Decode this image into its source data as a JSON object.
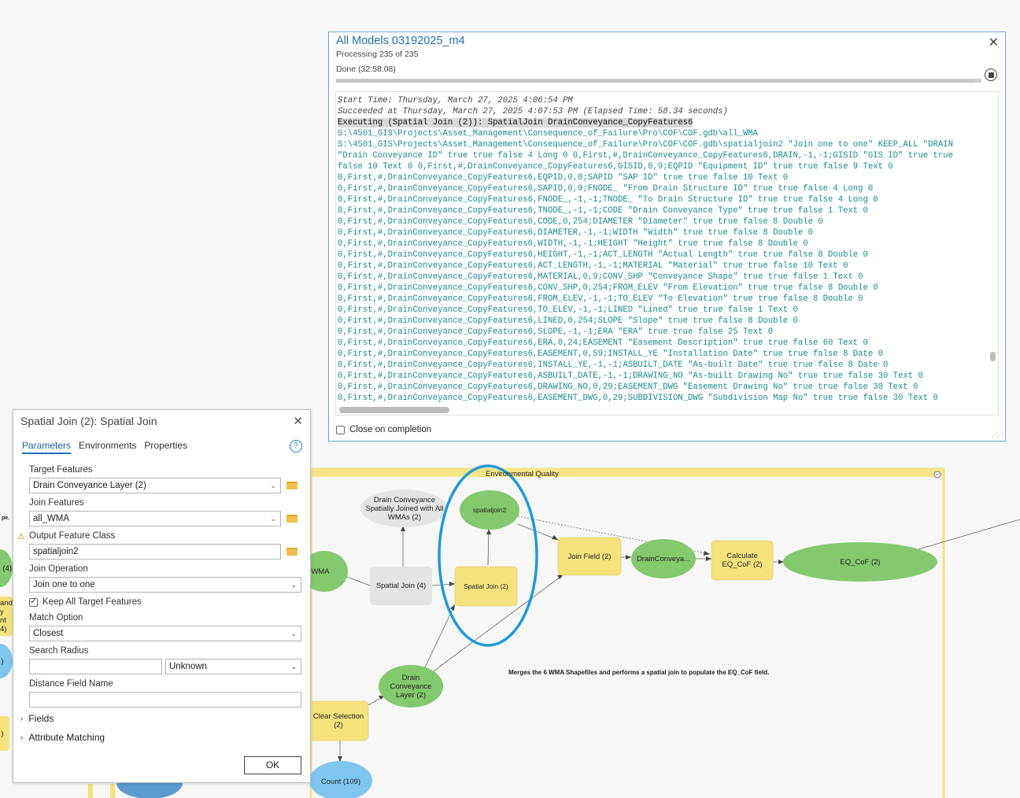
{
  "model": {
    "group_title": "Environmental Quality",
    "note": "Merges the 6 WMA Shapefiles and performs a spatial join to populate the EQ_CoF field.",
    "nodes": {
      "drain_spatially_joined": "Drain Conveyance Spatially Joined with All WMAs (2)",
      "spatialjoin2": "spatialjoin2",
      "join_field": "Join Field (2)",
      "drain_conveya": "DrainConveya...",
      "calculate_eq_cof": "Calculate EQ_CoF (2)",
      "eq_cof": "EQ_CoF (2)",
      "wma": "WMA",
      "spatial_join_4": "Spatial Join (4)",
      "spatial_join_2": "Spatial Join (2)",
      "drain_conveyance_layer": "Drain Conveyance Layer (2)",
      "clear_selection": "Clear Selection (2)",
      "count": "Count (109)",
      "partial_left_1": "(4)",
      "partial_left_2": "and\ny\nnt\n4)",
      "partial_left_3": ")",
      "partial_left_4": ")",
      "partial_left_5": "pe."
    }
  },
  "progress": {
    "title": "All Models 03192025_m4",
    "processing": "Processing 235 of 235",
    "done": "Done (32:58.08)",
    "progress_fraction": 0.99,
    "close_on_completion": "Close on completion",
    "close_on_completion_checked": false,
    "log": [
      {
        "type": "meta",
        "text": "Start Time: Thursday, March 27, 2025 4:06:54 PM"
      },
      {
        "type": "meta",
        "text": "Succeeded at Thursday, March 27, 2025 4:07:53 PM (Elapsed Time: 58.34 seconds)"
      },
      {
        "type": "exec",
        "text": "Executing (Spatial Join (2)): SpatialJoin DrainConveyance_CopyFeatures6"
      },
      {
        "type": "msg",
        "text": "S:\\4501_GIS\\Projects\\Asset_Management\\Consequence_of_Failure\\Pro\\COF\\COF.gdb\\all_WMA"
      },
      {
        "type": "msg",
        "text": "S:\\4501_GIS\\Projects\\Asset_Management\\Consequence_of_Failure\\Pro\\COF\\COF.gdb\\spatialjoin2 \"Join one to one\" KEEP_ALL \"DRAIN"
      },
      {
        "type": "msg",
        "text": "\"Drain Conveyance ID\" true true false 4 Long 0 0,First,#,DrainConveyance_CopyFeatures6,DRAIN,-1,-1;GISID \"GIS ID\" true true"
      },
      {
        "type": "msg",
        "text": "false 10 Text 0 0,First,#,DrainConveyance_CopyFeatures6,GISID,0,9;EQPID \"Equipment ID\" true true false 9 Text 0"
      },
      {
        "type": "msg",
        "text": "0,First,#,DrainConveyance_CopyFeatures6,EQPID,0,8;SAPID \"SAP ID\" true true false 10 Text 0"
      },
      {
        "type": "msg",
        "text": "0,First,#,DrainConveyance_CopyFeatures6,SAPID,0,9;FNODE_ \"From Drain Structure ID\" true true false 4 Long 0"
      },
      {
        "type": "msg",
        "text": "0,First,#,DrainConveyance_CopyFeatures6,FNODE_,-1,-1;TNODE_ \"To Drain Structure ID\" true true false 4 Long 0"
      },
      {
        "type": "msg",
        "text": "0,First,#,DrainConveyance_CopyFeatures6,TNODE_,-1,-1;CODE \"Drain Conveyance Type\" true true false 1 Text 0"
      },
      {
        "type": "msg",
        "text": "0,First,#,DrainConveyance_CopyFeatures6,CODE,0,254;DIAMETER \"Diameter\" true true false 8 Double 0"
      },
      {
        "type": "msg",
        "text": "0,First,#,DrainConveyance_CopyFeatures6,DIAMETER,-1,-1;WIDTH \"Width\" true true false 8 Double 0"
      },
      {
        "type": "msg",
        "text": "0,First,#,DrainConveyance_CopyFeatures6,WIDTH,-1,-1;HEIGHT \"Height\" true true false 8 Double 0"
      },
      {
        "type": "msg",
        "text": "0,First,#,DrainConveyance_CopyFeatures6,HEIGHT,-1,-1;ACT_LENGTH \"Actual Length\" true true false 8 Double 0"
      },
      {
        "type": "msg",
        "text": "0,First,#,DrainConveyance_CopyFeatures6,ACT_LENGTH,-1,-1;MATERIAL \"Material\" true true false 10 Text 0"
      },
      {
        "type": "msg",
        "text": "0,First,#,DrainConveyance_CopyFeatures6,MATERIAL,0,9;CONV_SHP \"Conveyance Shape\" true true false 1 Text 0"
      },
      {
        "type": "msg",
        "text": "0,First,#,DrainConveyance_CopyFeatures6,CONV_SHP,0,254;FROM_ELEV \"From Elevation\" true true false 8 Double 0"
      },
      {
        "type": "msg",
        "text": "0,First,#,DrainConveyance_CopyFeatures6,FROM_ELEV,-1,-1;TO_ELEV \"To Elevation\" true true false 8 Double 0"
      },
      {
        "type": "msg",
        "text": "0,First,#,DrainConveyance_CopyFeatures6,TO_ELEV,-1,-1;LINED \"Lined\" true true false 1 Text 0"
      },
      {
        "type": "msg",
        "text": "0,First,#,DrainConveyance_CopyFeatures6,LINED,0,254;SLOPE \"Slope\" true true false 8 Double 0"
      },
      {
        "type": "msg",
        "text": "0,First,#,DrainConveyance_CopyFeatures6,SLOPE,-1,-1;ERA \"ERA\" true true false 25 Text 0"
      },
      {
        "type": "msg",
        "text": "0,First,#,DrainConveyance_CopyFeatures6,ERA,0,24;EASEMENT \"Easement Description\" true true false 60 Text 0"
      },
      {
        "type": "msg",
        "text": "0,First,#,DrainConveyance_CopyFeatures6,EASEMENT,0,59;INSTALL_YE \"Installation Date\" true true false 8 Date 0"
      },
      {
        "type": "msg",
        "text": "0,First,#,DrainConveyance_CopyFeatures6,INSTALL_YE,-1,-1;ASBUILT_DATE \"As-built Date\" true true false 8 Date 0"
      },
      {
        "type": "msg",
        "text": "0,First,#,DrainConveyance_CopyFeatures6,ASBUILT_DATE,-1,-1;DRAWING_NO \"As-built Drawing No\" true true false 30 Text 0"
      },
      {
        "type": "msg",
        "text": "0,First,#,DrainConveyance_CopyFeatures6,DRAWING_NO,0,29;EASEMENT_DWG \"Easement Drawing No\" true true false 30 Text 0"
      },
      {
        "type": "msg",
        "text": "0,First,#,DrainConveyance_CopyFeatures6,EASEMENT_DWG,0,29;SUBDIVISION_DWG \"Subdivision Map No\" true true false 30 Text 0"
      }
    ]
  },
  "dialog": {
    "title": "Spatial Join (2): Spatial Join",
    "tabs": [
      "Parameters",
      "Environments",
      "Properties"
    ],
    "active_tab": "Parameters",
    "help": "?",
    "target_features_label": "Target Features",
    "target_features_value": "Drain Conveyance Layer (2)",
    "join_features_label": "Join Features",
    "join_features_value": "all_WMA",
    "output_label": "Output Feature Class",
    "output_value": "spatialjoin2",
    "join_operation_label": "Join Operation",
    "join_operation_value": "Join one to one",
    "keep_all_label": "Keep All Target Features",
    "keep_all_checked": true,
    "match_option_label": "Match Option",
    "match_option_value": "Closest",
    "search_radius_label": "Search Radius",
    "search_radius_value": "",
    "search_radius_unit": "Unknown",
    "distance_field_label": "Distance Field Name",
    "distance_field_value": "",
    "fields_label": "Fields",
    "attribute_matching_label": "Attribute Matching",
    "ok_label": "OK"
  },
  "colors": {
    "green_node": "#84c96e",
    "yellow_tool": "#f5e27c",
    "blue_node": "#7fc6ee",
    "gray_node": "#e4e4e4",
    "group_border": "#f2e27a",
    "highlight_ellipse": "#1f9ad8",
    "accent": "#1f6fb4"
  }
}
